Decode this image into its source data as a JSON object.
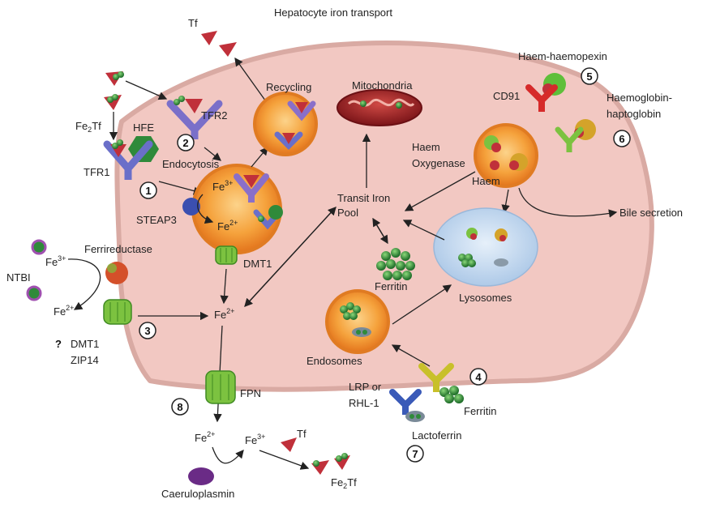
{
  "title": "Hepatocyte iron transport",
  "labels": {
    "tf_top": "Tf",
    "fe2tf_left": "Fe",
    "fe2tf_left_sub": "2",
    "fe2tf_left_suffix": "Tf",
    "hfe": "HFE",
    "tfr2": "TFR2",
    "tfr1": "TFR1",
    "endocytosis": "Endocytosis",
    "recycling": "Recycling",
    "mitochondria": "Mitochondria",
    "haem_haemopexin": "Haem-haemopexin",
    "cd91": "CD91",
    "haemoglobin_haptoglobin_1": "Haemoglobin-",
    "haemoglobin_haptoglobin_2": "haptoglobin",
    "haem_oxygenase_1": "Haem",
    "haem_oxygenase_2": "Oxygenase",
    "haem": "Haem",
    "bile_secretion": "Bile secretion",
    "transit_iron_pool_1": "Transit Iron",
    "transit_iron_pool_2": "Pool",
    "steap3": "STEAP3",
    "fe3_endo": "Fe",
    "fe3_endo_sup": "3+",
    "fe2_endo": "Fe",
    "fe2_endo_sup": "2+",
    "dmt1_endo": "DMT1",
    "ferrireductase": "Ferrireductase",
    "ntbi": "NTBI",
    "fe3_ntbi": "Fe",
    "fe3_ntbi_sup": "3+",
    "fe2_ntbi": "Fe",
    "fe2_ntbi_sup": "2+",
    "question": "?",
    "dmt1_membrane": "DMT1",
    "zip14": "ZIP14",
    "fe2_cytosol": "Fe",
    "fe2_cytosol_sup": "2+",
    "ferritin_center": "Ferritin",
    "lysosomes": "Lysosomes",
    "endosomes": "Endosomes",
    "lrp_1": "LRP or",
    "lrp_2": "RHL-1",
    "ferritin_right": "Ferritin",
    "lactoferrin": "Lactoferrin",
    "fpn": "FPN",
    "fe2_out": "Fe",
    "fe2_out_sup": "2+",
    "fe3_out": "Fe",
    "fe3_out_sup": "3+",
    "tf_bottom": "Tf",
    "fe2tf_bottom": "Fe",
    "fe2tf_bottom_sub": "2",
    "fe2tf_bottom_suffix": "Tf",
    "caeruloplasmin": "Caeruloplasmin"
  },
  "numbers": [
    "1",
    "2",
    "3",
    "4",
    "5",
    "6",
    "7",
    "8"
  ],
  "colors": {
    "cell": "#f2c8c2",
    "cell_border": "#c79a94",
    "endosome_outer": "#f08a2a",
    "endosome_inner": "#f7b04a",
    "lysosome": "#c9dcf0",
    "transferrin": "#c0303a",
    "iron": "#2f8a3a",
    "receptor_blue": "#6a6fc9",
    "mito": "#a8232a",
    "fpn_green": "#7cc240",
    "caeruloplasmin": "#6a2b86",
    "ntbi_ring": "#8c3c9a"
  }
}
